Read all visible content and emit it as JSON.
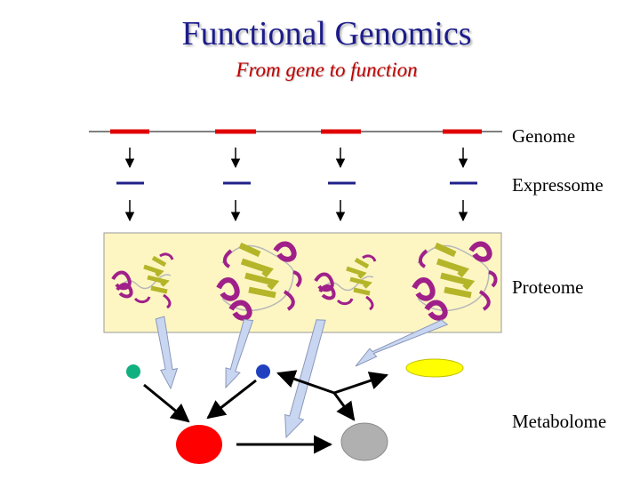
{
  "title": "Functional Genomics",
  "subtitle": "From gene to function",
  "levels": {
    "genome": "Genome",
    "expressome": "Expressome",
    "proteome": "Proteome",
    "metabolome": "Metabolome"
  },
  "colors": {
    "title": "#1c1c8a",
    "subtitle": "#c00000",
    "gene": "#e00000",
    "transcript": "#20208a",
    "proteome_band": "#fdf6c3",
    "arrow_fill": "#c9d6f2",
    "metabolite_teal": "#10b080",
    "metabolite_blue": "#2040c0",
    "metabolite_yellow": "#ffff00",
    "metabolite_red": "#ff0000",
    "metabolite_grey": "#b0b0b0"
  },
  "icons": [
    "protein-structure-small",
    "protein-structure-large"
  ]
}
